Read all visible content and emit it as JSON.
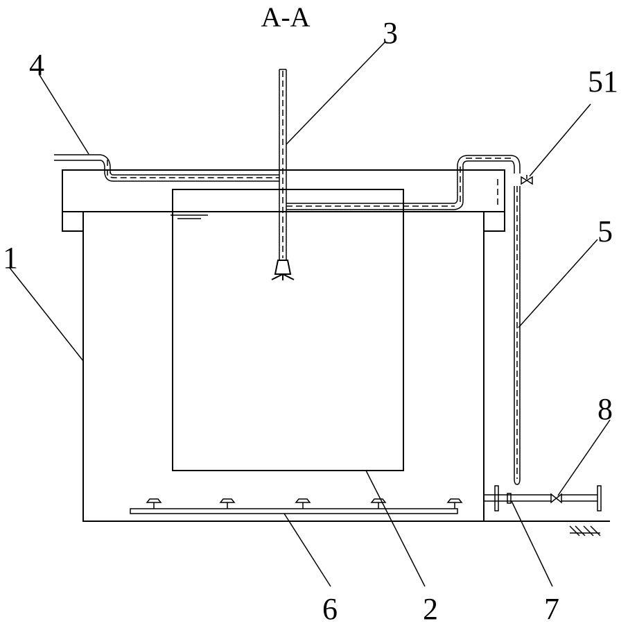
{
  "title": "A-A",
  "labels": {
    "l1": "1",
    "l2": "2",
    "l3": "3",
    "l4": "4",
    "l5": "5",
    "l51": "51",
    "l6": "6",
    "l7": "7",
    "l8": "8"
  }
}
